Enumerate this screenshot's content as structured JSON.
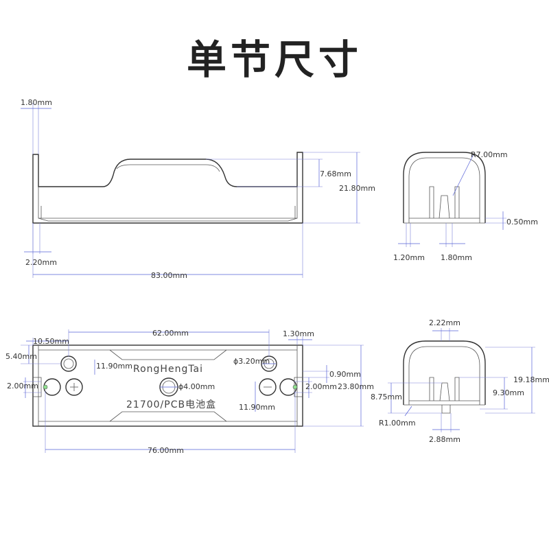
{
  "title": "单节尺寸",
  "side_view": {
    "thickness": "1.80mm",
    "slot_depth": "7.68mm",
    "height": "21.80mm",
    "base": "2.20mm",
    "length": "83.00mm"
  },
  "end_view_top": {
    "radius": "R7.00mm",
    "gap": "0.50mm",
    "left_width": "1.20mm",
    "center_width": "1.80mm"
  },
  "top_view": {
    "hole_spacing": "62.00mm",
    "edge_to_hole": "10.50mm",
    "tab_width": "1.30mm",
    "hole_from_top": "5.40mm",
    "slot_left": "11.90mm",
    "brand": "RongHengTai",
    "hole_diameter": "ϕ3.20mm",
    "tab_height": "0.90mm",
    "left_tab": "2.00mm",
    "center_hole": "ϕ4.00mm",
    "right_tab": "2.00mm",
    "width": "23.80mm",
    "model": "21700/PCB电池盒",
    "slot_right": "11.90mm",
    "pin_spacing": "76.00mm"
  },
  "end_view_bottom": {
    "top_gap": "2.22mm",
    "total_height": "19.18mm",
    "inner_height": "9.30mm",
    "pin_height": "8.75mm",
    "corner_radius": "R1.00mm",
    "bottom_width": "2.88mm"
  }
}
